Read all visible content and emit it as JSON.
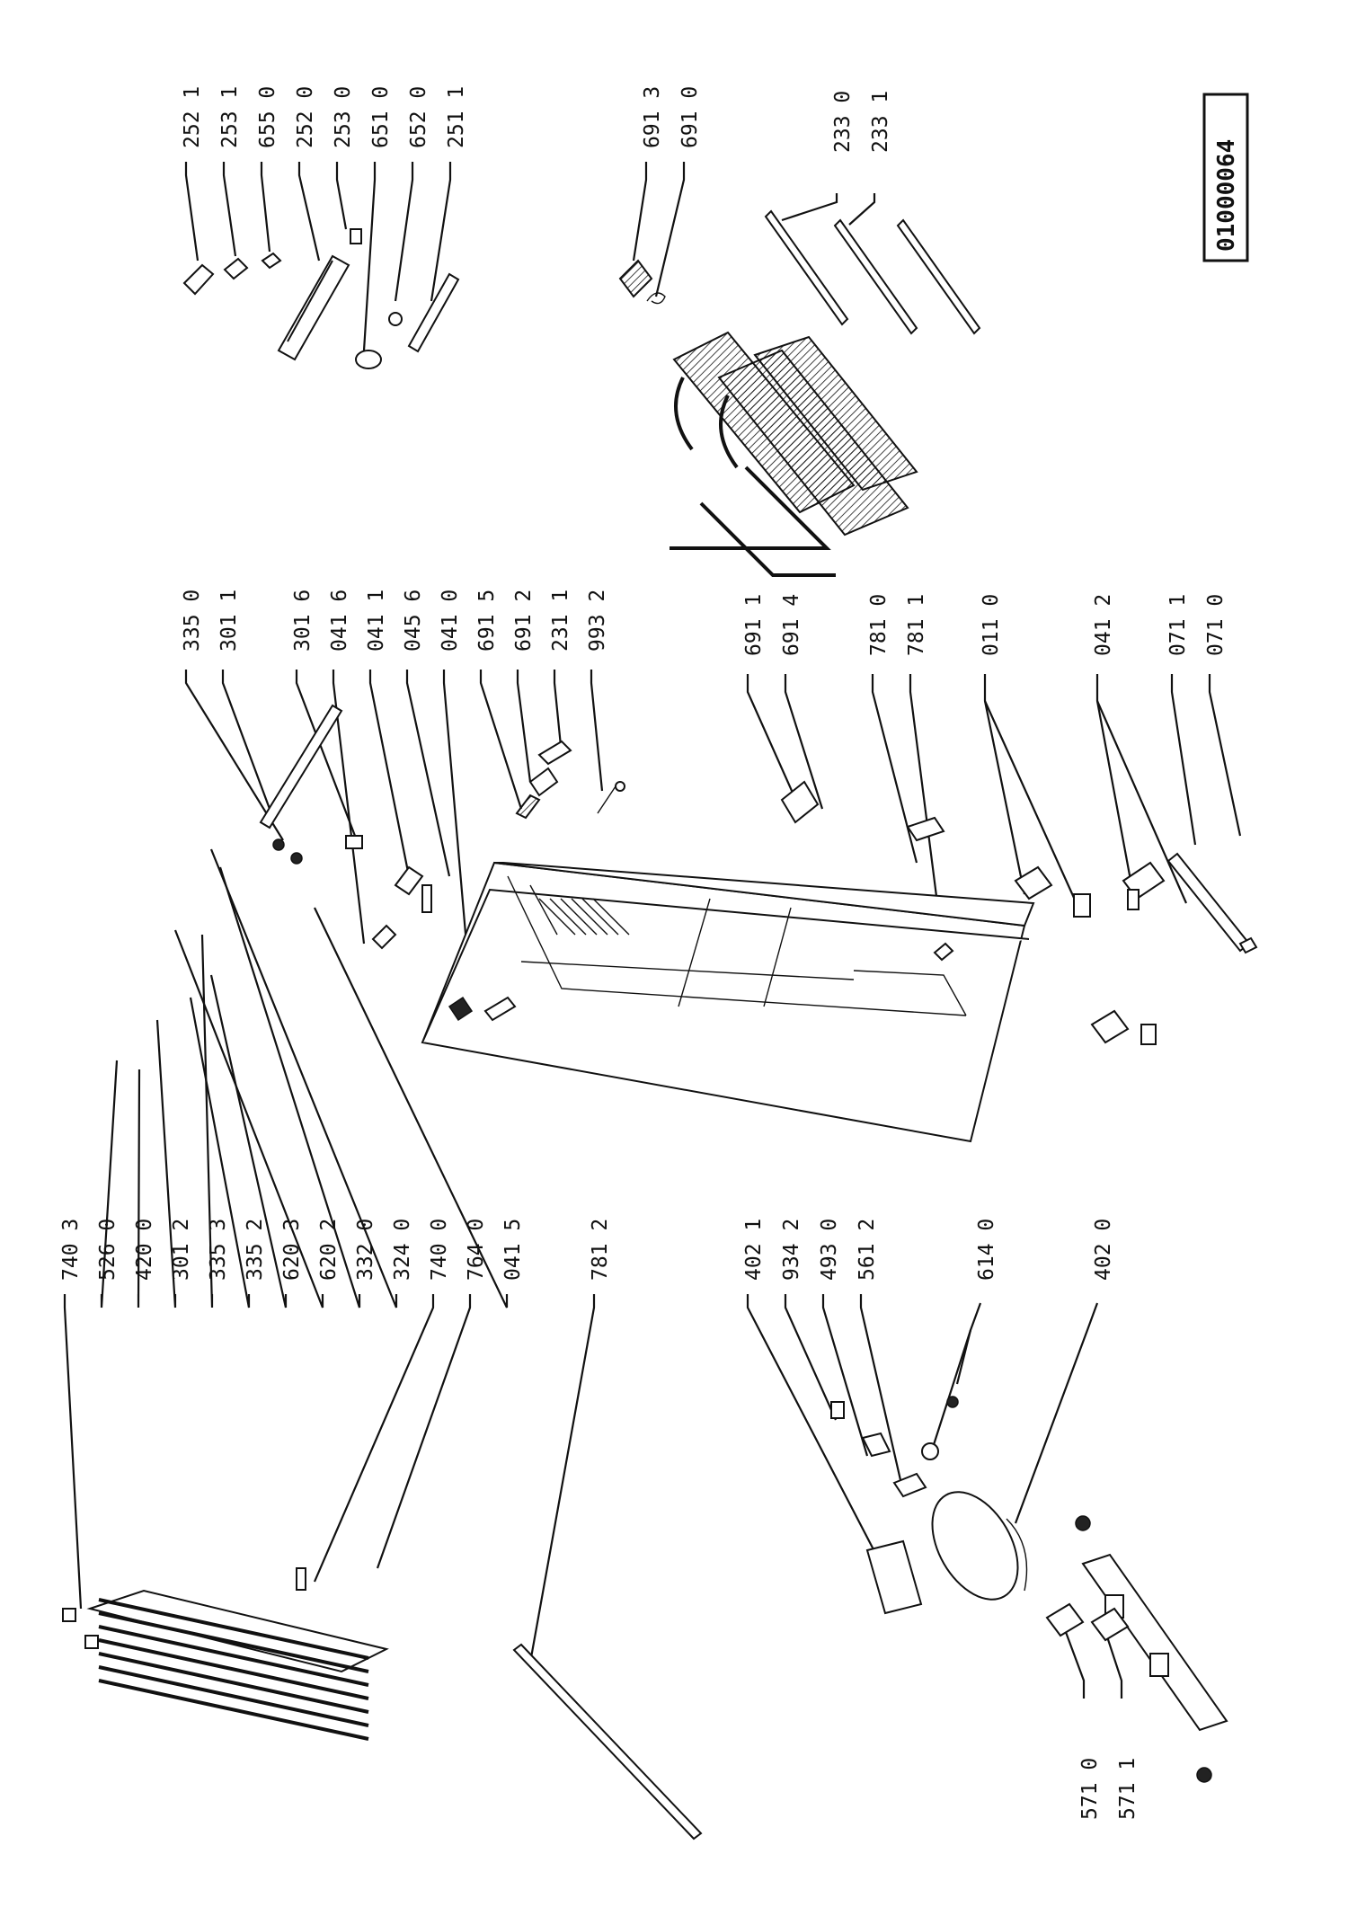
{
  "diagram_code": "01000064",
  "labels": {
    "top_right": [
      "252 1",
      "253 1",
      "655 0",
      "252 0",
      "253 0",
      "651 0",
      "652 0",
      "251 1"
    ],
    "freezer_shelf": [
      "691 3",
      "691 0"
    ],
    "racks": [
      "233 0",
      "233 1"
    ],
    "center_top": [
      "335 0",
      "301 1",
      "301 6",
      "041 6",
      "041 1",
      "045 6",
      "041 0",
      "691 5",
      "691 2",
      "231 1",
      "993 2"
    ],
    "center_bottom": [
      "691 1",
      "691 4",
      "781 0",
      "781 1",
      "011 0",
      "041 2",
      "071 1",
      "071 0"
    ],
    "left_group": [
      "740 3",
      "526 0",
      "420 0",
      "301 2",
      "335 3",
      "335 2",
      "620 3",
      "620 2",
      "332 0",
      "324 0",
      "740 0",
      "764 0",
      "041 5",
      "781 2"
    ],
    "compressor": [
      "402 1",
      "934 2",
      "493 0",
      "561 2",
      "614 0",
      "402 0"
    ],
    "bottom_left": [
      "571 0",
      "571 1"
    ]
  }
}
